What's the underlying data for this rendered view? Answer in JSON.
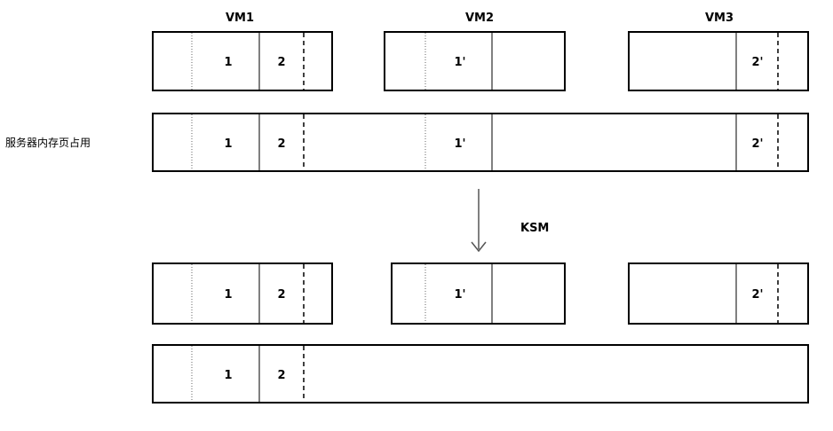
{
  "vm_labels": [
    "VM1",
    "VM2",
    "VM3"
  ],
  "host_label": "服务器内存页占用",
  "arrow_label": "KSM",
  "pages": {
    "p1": "1",
    "p2": "2",
    "p1_prime": "1'",
    "p2_prime": "2'"
  }
}
